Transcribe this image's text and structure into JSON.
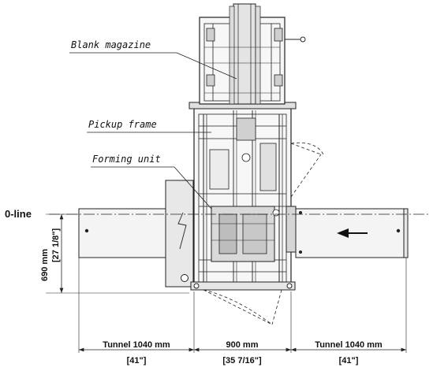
{
  "labels": {
    "blank_magazine": "Blank magazine",
    "pickup_frame": "Pickup frame",
    "forming_unit": "Forming unit",
    "zero_line": "0-line"
  },
  "dimensions": {
    "height_mm": "690 mm",
    "height_in": "[27 1/8\"]",
    "tunnel_left_mm": "Tunnel 1040 mm",
    "tunnel_left_in": "[41\"]",
    "machine_mm": "900 mm",
    "machine_in": "[35 7/16\"]",
    "tunnel_right_mm": "Tunnel 1040 mm",
    "tunnel_right_in": "[41\"]"
  },
  "colors": {
    "line": "#222222",
    "fill_light": "#f4f4f4",
    "fill_mid": "#e6e6e6",
    "fill_dark": "#cfcfcf"
  }
}
